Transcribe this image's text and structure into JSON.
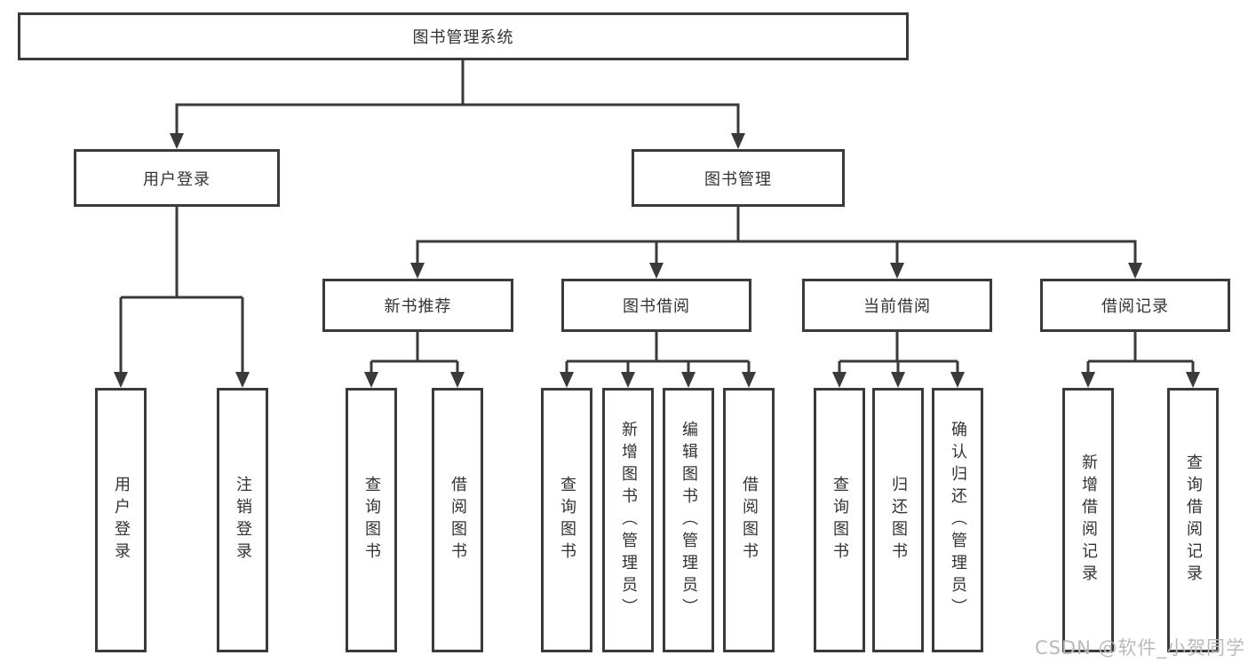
{
  "tree": {
    "label": "图书管理系统",
    "children": [
      {
        "label": "用户登录",
        "children": [
          {
            "label": "用户登录"
          },
          {
            "label": "注销登录"
          }
        ]
      },
      {
        "label": "图书管理",
        "children": [
          {
            "label": "新书推荐",
            "children": [
              {
                "label": "查询图书"
              },
              {
                "label": "借阅图书"
              }
            ]
          },
          {
            "label": "图书借阅",
            "children": [
              {
                "label": "查询图书"
              },
              {
                "label": "新增图书（管理员）"
              },
              {
                "label": "编辑图书（管理员）"
              },
              {
                "label": "借阅图书"
              }
            ]
          },
          {
            "label": "当前借阅",
            "children": [
              {
                "label": "查询图书"
              },
              {
                "label": "归还图书"
              },
              {
                "label": "确认归还（管理员）"
              }
            ]
          },
          {
            "label": "借阅记录",
            "children": [
              {
                "label": "新增借阅记录"
              },
              {
                "label": "查询借阅记录"
              }
            ]
          }
        ]
      }
    ]
  },
  "watermark": {
    "text": "CSDN @软件_小贺同学"
  },
  "colors": {
    "line": "#3a3a3a",
    "text": "#333333",
    "watermark": "#b6bac0",
    "background": "#ffffff"
  }
}
